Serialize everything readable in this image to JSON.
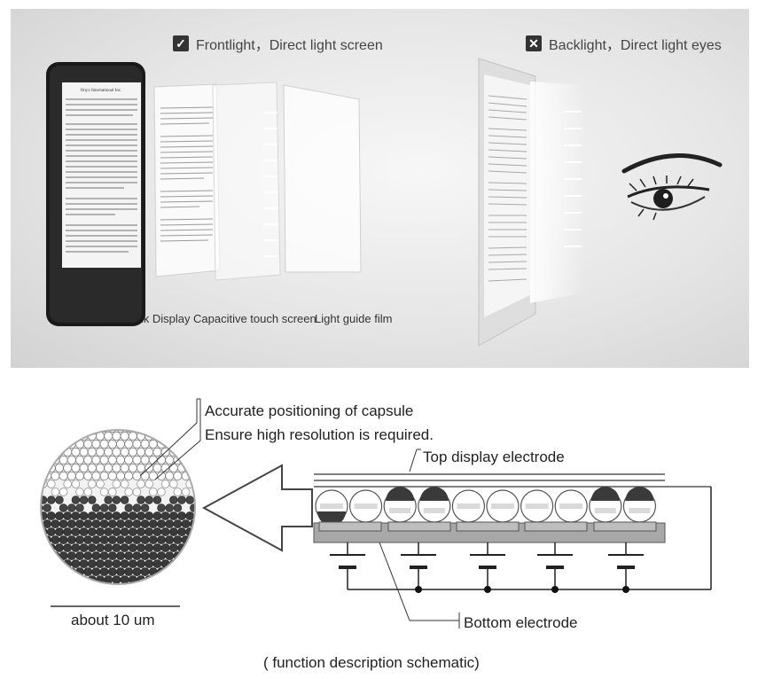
{
  "top": {
    "frontlight": {
      "icon": "checkmark-icon",
      "text": "Frontlight，Direct light screen"
    },
    "backlight": {
      "icon": "cross-icon",
      "text": "Backlight，Direct light eyes"
    },
    "layers": [
      "Eink Display",
      "Capacitive touch screen",
      "Light guide film"
    ],
    "book_title": "Onyx International Inc."
  },
  "bottom": {
    "capsule_note_1": "Accurate positioning of capsule",
    "capsule_note_2": "Ensure high resolution is required.",
    "top_electrode": "Top display electrode",
    "bottom_electrode": "Bottom electrode",
    "scale": "about 10 um",
    "caption": "( function description schematic)"
  },
  "colors": {
    "panel": "#e6e6e6",
    "ink": "#333333",
    "dark_particle": "#3a3a3a",
    "light_particle": "#ffffff"
  }
}
